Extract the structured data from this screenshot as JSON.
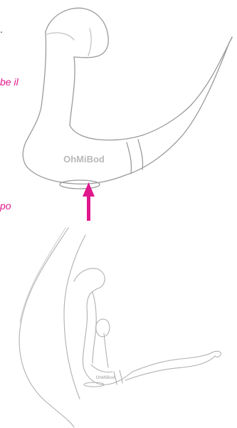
{
  "top_text": ".",
  "caption_1": "be il",
  "caption_2": "po",
  "brand_main": "OhMiBod",
  "brand_small": "OhMiBod",
  "colors": {
    "accent": "#e0188c",
    "line": "#9a9a9a",
    "brand_text": "#b9b9b9"
  },
  "icons": [
    "arrow-up-icon"
  ]
}
